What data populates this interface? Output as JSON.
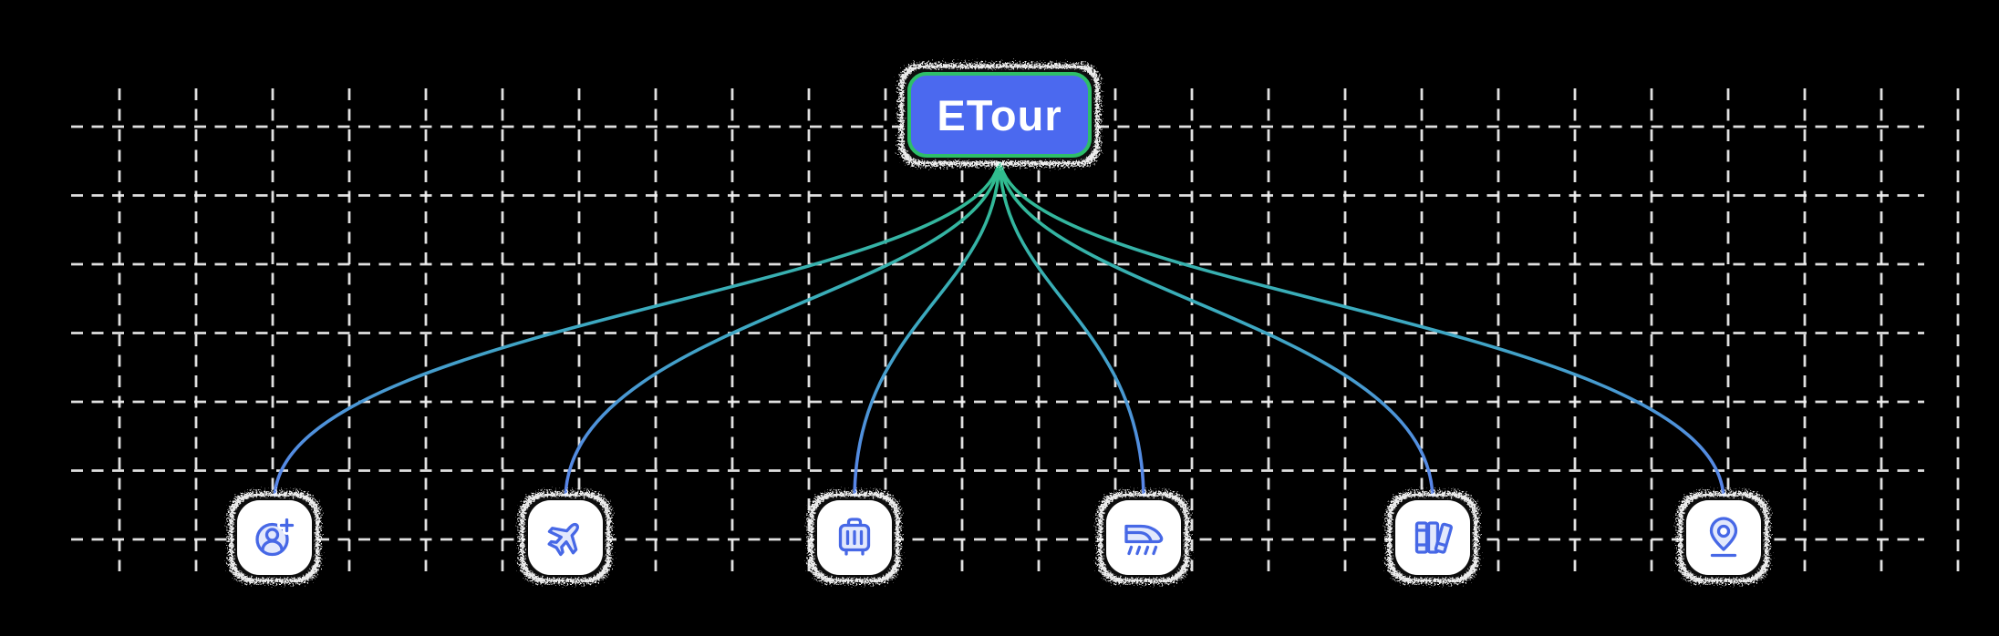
{
  "diagram": {
    "background": "#000000",
    "root_node": {
      "label": "ETour",
      "fill": "#4B69EF",
      "border_color": "#2FBE69",
      "text_color": "#FFFFFF"
    },
    "edge_colors": {
      "start": "#2EBE87",
      "middle": "#3BABBE",
      "end": "#5B82EC"
    },
    "grid": {
      "line_color": "#F2F2F2"
    },
    "card_style": {
      "background": "#FFFFFF",
      "icon_stroke": "#4667E6",
      "icon_fill": "#E2E8FC"
    },
    "nodes": [
      {
        "id": "user-plus",
        "icon": "user-plus-icon"
      },
      {
        "id": "airplane",
        "icon": "airplane-icon"
      },
      {
        "id": "suitcase",
        "icon": "suitcase-icon"
      },
      {
        "id": "train",
        "icon": "train-icon"
      },
      {
        "id": "books",
        "icon": "books-icon"
      },
      {
        "id": "map-pin",
        "icon": "map-pin-icon"
      }
    ]
  }
}
